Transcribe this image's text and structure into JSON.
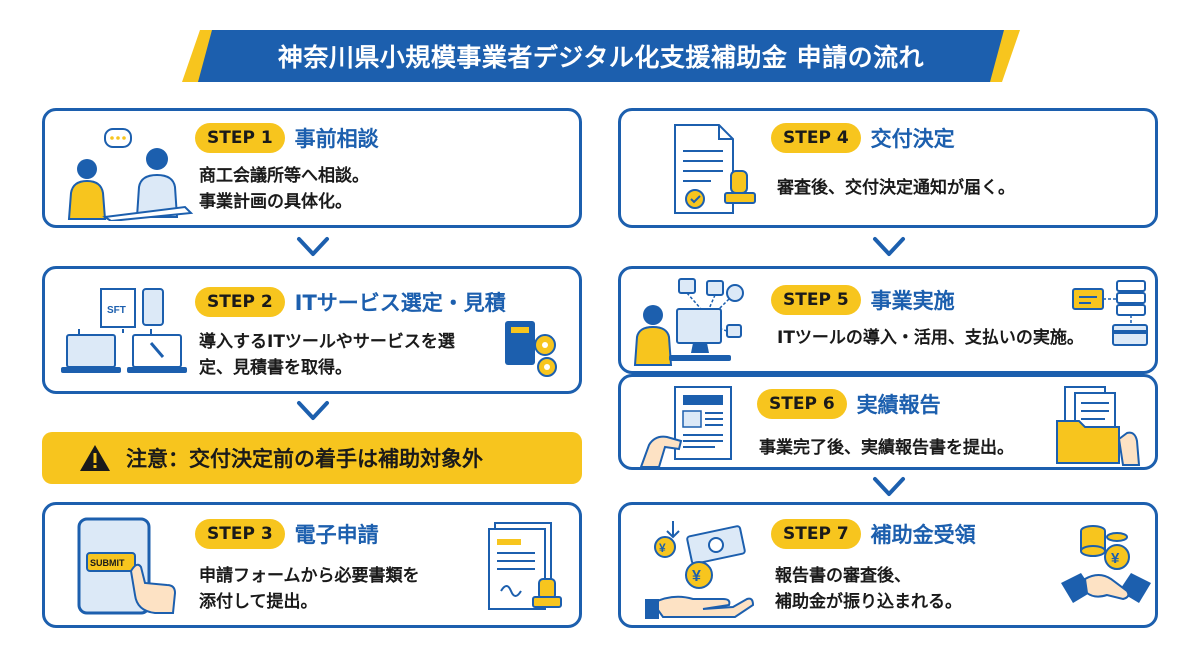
{
  "title": "神奈川県小規模事業者デジタル化支援補助金 申請の流れ",
  "steps": [
    {
      "badge": "STEP 1",
      "title": "事前相談",
      "desc1": "商工会議所等へ相談。",
      "desc2": "事業計画の具体化。"
    },
    {
      "badge": "STEP 2",
      "title": "ITサービス選定・見積",
      "desc1": "導入するITツールやサービスを選",
      "desc2": "定、見積書を取得。"
    },
    {
      "badge": "STEP 3",
      "title": "電子申請",
      "desc1": "申請フォームから必要書類を",
      "desc2": "添付して提出。"
    },
    {
      "badge": "STEP 4",
      "title": "交付決定",
      "desc1": "審査後、交付決定通知が届く。",
      "desc2": ""
    },
    {
      "badge": "STEP 5",
      "title": "事業実施",
      "desc1": "ITツールの導入・活用、支払いの実施。",
      "desc2": ""
    },
    {
      "badge": "STEP 6",
      "title": "実績報告",
      "desc1": "事業完了後、実績報告書を提出。",
      "desc2": ""
    },
    {
      "badge": "STEP 7",
      "title": "補助金受領",
      "desc1": "報告書の審査後、",
      "desc2": "補助金が振り込まれる。"
    }
  ],
  "warning": "注意：交付決定前の着手は補助対象外",
  "icon_labels": {
    "sft": "SFT",
    "submit": "SUBMIT"
  },
  "colors": {
    "blue": "#1c5fae",
    "yellow": "#f7c51e",
    "light_blue": "#dce9f7"
  },
  "icons": [
    "consultation-icon",
    "devices-icon",
    "gear-box-icon",
    "tablet-submit-icon",
    "document-stamp-icon",
    "certificate-stamp-icon",
    "computer-user-icon",
    "server-payment-icon",
    "report-document-icon",
    "folder-icon",
    "yen-money-icon",
    "handshake-yen-icon",
    "warning-icon",
    "arrow-down-icon"
  ]
}
